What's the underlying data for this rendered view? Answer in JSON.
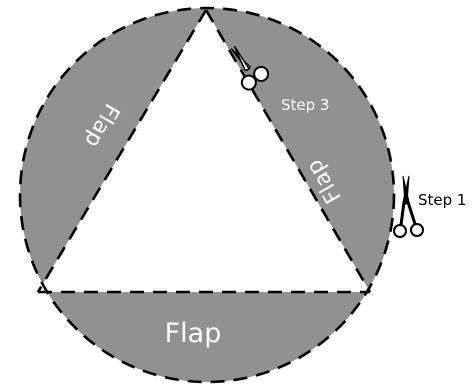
{
  "labels": {
    "flap_left": "Flap",
    "flap_right": "Flap",
    "flap_bottom": "Flap",
    "step_1": "Step 1",
    "step_3": "Step 3"
  },
  "icons": {
    "scissors_top": "scissors-icon",
    "scissors_right": "scissors-icon"
  },
  "colors": {
    "flap_fill": "#919191",
    "triangle_fill": "#ffffff",
    "outline": "#000000",
    "flap_text": "#ffffff",
    "step_text": "#000000"
  }
}
